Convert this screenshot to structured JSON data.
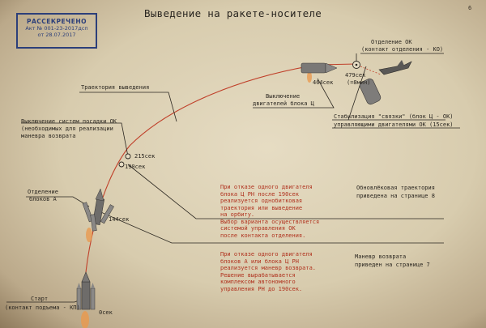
{
  "stamp": {
    "line1": "РАССЕКРЕЧЕНО",
    "line2": "Акт № 001-23-2017дсп",
    "line3": "от 28.07.2017"
  },
  "title": "Выведение на ракете-носителе",
  "page_number": "6",
  "labels": {
    "trajectory": "Траектория выведения",
    "landing_off_1": "Выключение систем посадки ОК",
    "landing_off_2": "(необходимых для реализации",
    "landing_off_3": "маневра возврата",
    "engines_off_1": "Выключение",
    "engines_off_2": "двигателей блока Ц",
    "separation_1": "Отделение ОК",
    "separation_2": "(контакт отделения - КО)",
    "stab_1": "Стабилизация \"связки\" (блок Ц - ОК)",
    "stab_2": "управляющими двигателями ОК (15сек)",
    "sep_a_1": "Отделение",
    "sep_a_2": "блоков А",
    "start_1": "Старт",
    "start_2": "(контакт подъема - КП)",
    "right_1_1": "Обновлёковая траектория",
    "right_1_2": "приведена на странице 8",
    "right_2_1": "Маневр возврата",
    "right_2_2": "приведен на странице 7"
  },
  "times": {
    "t0": "0сек",
    "t144": "144сек",
    "t190": "190сек",
    "t215": "215сек",
    "t464": "464сек",
    "t479_1": "479сек",
    "t479_2": "(=8мин)"
  },
  "notes": {
    "note1": [
      "При отказе одного двигателя",
      "блока Ц РН после 190сек",
      "реализуется однобитковая",
      "траектория или выведение",
      "на орбиту.",
      "Выбор варианта осуществляется",
      "системой управления ОК",
      "после контакта отделения."
    ],
    "note2": [
      "При отказе одного двигателя",
      "блоков А или блока Ц РН",
      "реализуется маневр возврата.",
      "Решение вырабатывается",
      "комплексом автономного",
      "управления РН до 190сек."
    ]
  },
  "colors": {
    "stamp": "#2c3f7a",
    "red_text": "#b0321e",
    "trajectory": "#c0402a",
    "ink": "#2a2620"
  }
}
